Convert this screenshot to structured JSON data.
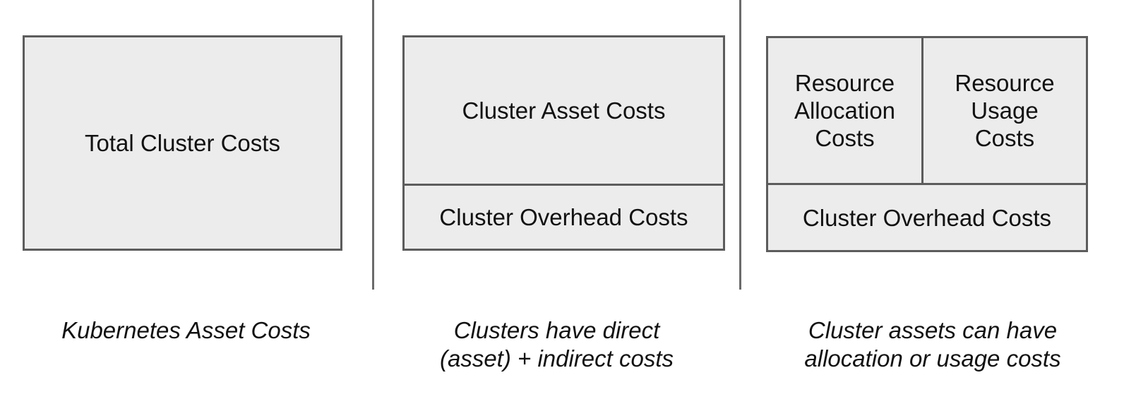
{
  "colors": {
    "box_fill": "#ececec",
    "box_border": "#5c5c5c",
    "divider": "#6b6b6b",
    "text": "#111111",
    "background": "#ffffff"
  },
  "panels": [
    {
      "box_label": "Total Cluster Costs",
      "caption": "Kubernetes Asset Costs"
    },
    {
      "top_label": "Cluster Asset Costs",
      "bottom_label": "Cluster Overhead Costs",
      "caption": "Clusters have direct\n(asset) + indirect costs"
    },
    {
      "cell_labels": [
        "Resource\nAllocation\nCosts",
        "Resource\nUsage\nCosts"
      ],
      "bottom_label": "Cluster Overhead Costs",
      "caption": "Cluster assets can have\nallocation or usage costs"
    }
  ]
}
